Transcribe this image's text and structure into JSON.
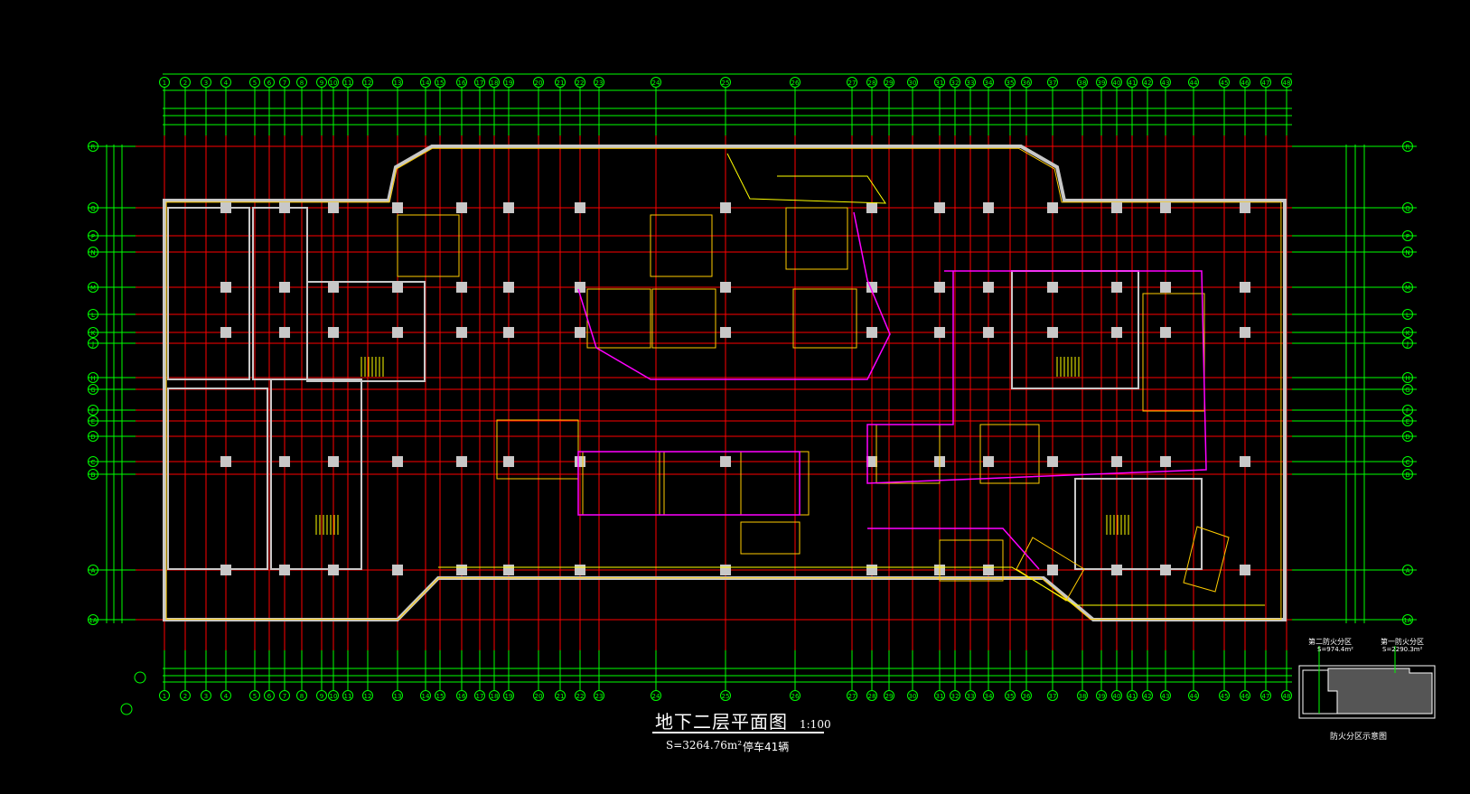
{
  "drawing": {
    "title": "地下二层平面图",
    "scale": "1:100",
    "area": "S=3264.76m²",
    "parking": "停车41辆"
  },
  "column_grid": {
    "labels": [
      "1",
      "2",
      "3",
      "4",
      "5",
      "6",
      "7",
      "8",
      "9",
      "10",
      "11",
      "12",
      "13",
      "14",
      "15",
      "16",
      "17",
      "18",
      "19",
      "20",
      "21",
      "22",
      "23",
      "24",
      "25",
      "26",
      "27",
      "28",
      "29",
      "30",
      "31",
      "32",
      "33",
      "34",
      "35",
      "36",
      "37",
      "38",
      "39",
      "40",
      "41",
      "42",
      "43",
      "44",
      "45",
      "46",
      "47",
      "48"
    ]
  },
  "row_grid": {
    "labels": [
      "R",
      "Q",
      "P",
      "N",
      "M",
      "L",
      "K",
      "J",
      "H",
      "G",
      "F",
      "E",
      "D",
      "C",
      "B",
      "A",
      "1A"
    ]
  },
  "key_plan": {
    "zone_2": "第二防火分区",
    "zone_2_area": "S=974.4m²",
    "zone_1": "第一防火分区",
    "zone_1_area": "S=2290.3m²",
    "caption": "防火分区示意图"
  },
  "colors": {
    "background": "#000000",
    "grid": "#00ff00",
    "axis": "#ff0000",
    "wall": "#c8c8c8",
    "parking_bay": "#ffcc00",
    "fire_zone": "#ff00ff",
    "annotation": "#ffff00"
  }
}
